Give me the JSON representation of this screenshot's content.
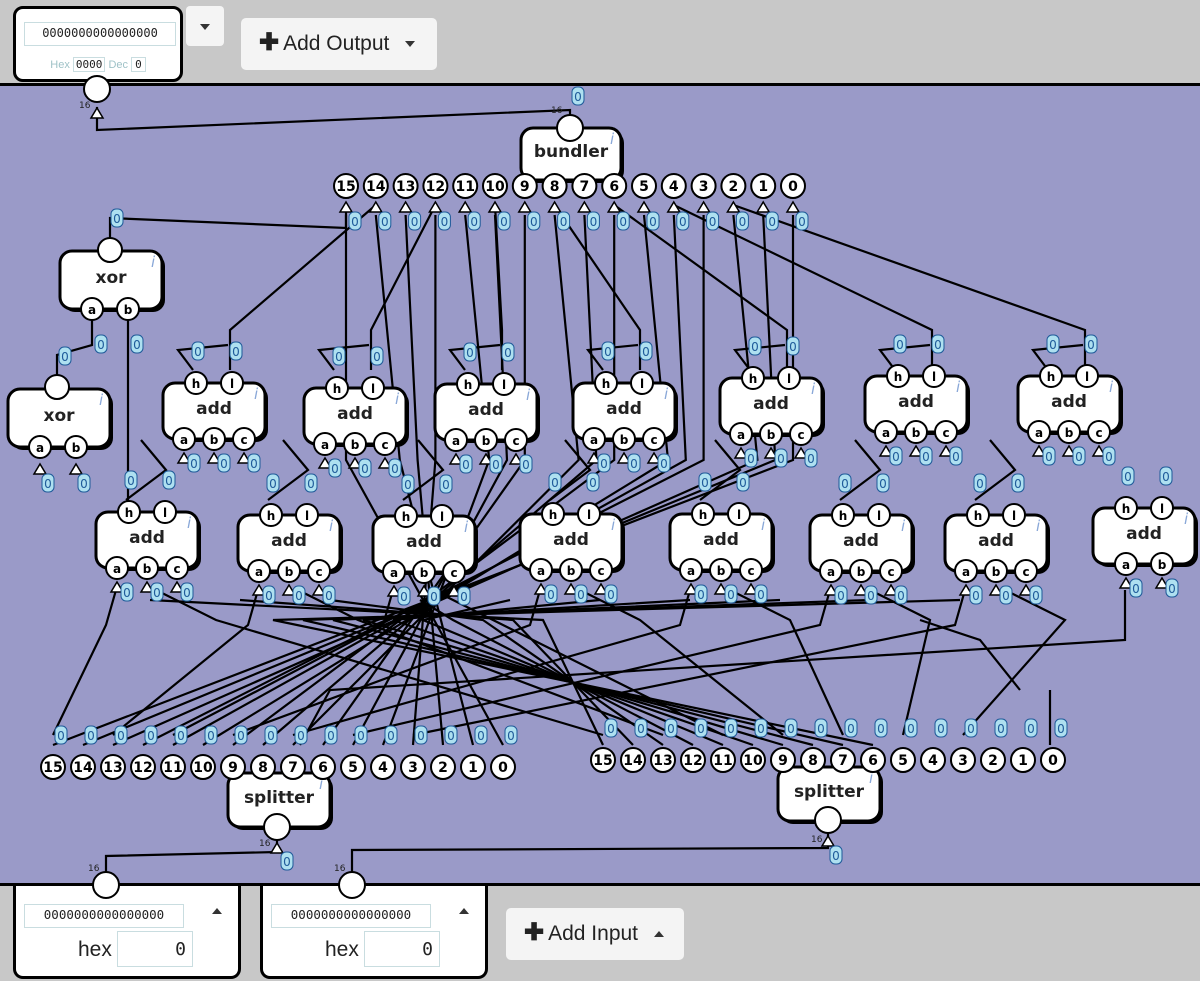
{
  "output": {
    "bits": "0000000000000000",
    "hex_label": "Hex",
    "hex_value": "0000",
    "dec_label": "Dec",
    "dec_value": "0",
    "bus_width": "16",
    "add_button_label": "Add Output"
  },
  "inputs": [
    {
      "bits": "0000000000000000",
      "hex_label": "hex",
      "hex_value": "0",
      "bus_width": "16"
    },
    {
      "bits": "0000000000000000",
      "hex_label": "hex",
      "hex_value": "0",
      "bus_width": "16"
    }
  ],
  "add_input_label": "Add Input",
  "components": {
    "bundler_label": "bundler",
    "splitter_label": "splitter",
    "xor_label": "xor",
    "add_label": "add",
    "info_glyph": "i",
    "wire_value": "0",
    "ports": {
      "a": "a",
      "b": "b",
      "c": "c",
      "h": "h",
      "l": "l"
    },
    "bit_indices": [
      "15",
      "14",
      "13",
      "12",
      "11",
      "10",
      "9",
      "8",
      "7",
      "6",
      "5",
      "4",
      "3",
      "2",
      "1",
      "0"
    ]
  },
  "colors": {
    "canvas": "#9a9ac8",
    "toolbar": "#c8c8c8",
    "probe_fill": "#aee0f0",
    "probe_text": "#1e5a99",
    "info": "#8aa8d8"
  }
}
